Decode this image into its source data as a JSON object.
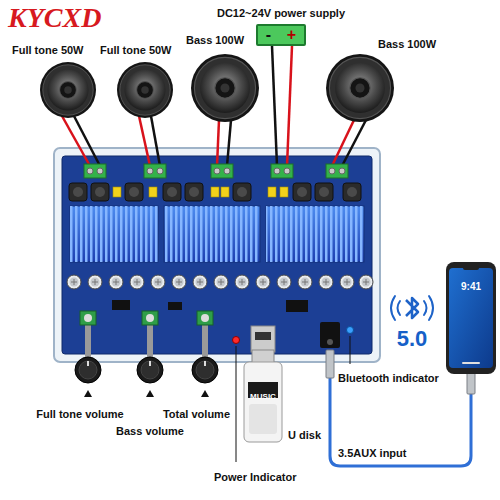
{
  "diagram": {
    "nodes": [
      {
        "text": [
          "DC12~24V power supply",
          "-",
          "+"
        ]
      }
    ],
    "labels": [
      "KYCXD",
      "Full tone 50W",
      "Full tone 50W",
      "Bass 100W",
      "Bass 100W",
      "5.0",
      "9:41",
      "MUSIC",
      "U disk",
      "Bluetooth indicator",
      "3.5AUX input",
      "Full tone volume",
      "Bass volume",
      "Total volume",
      "Power Indicator"
    ]
  }
}
